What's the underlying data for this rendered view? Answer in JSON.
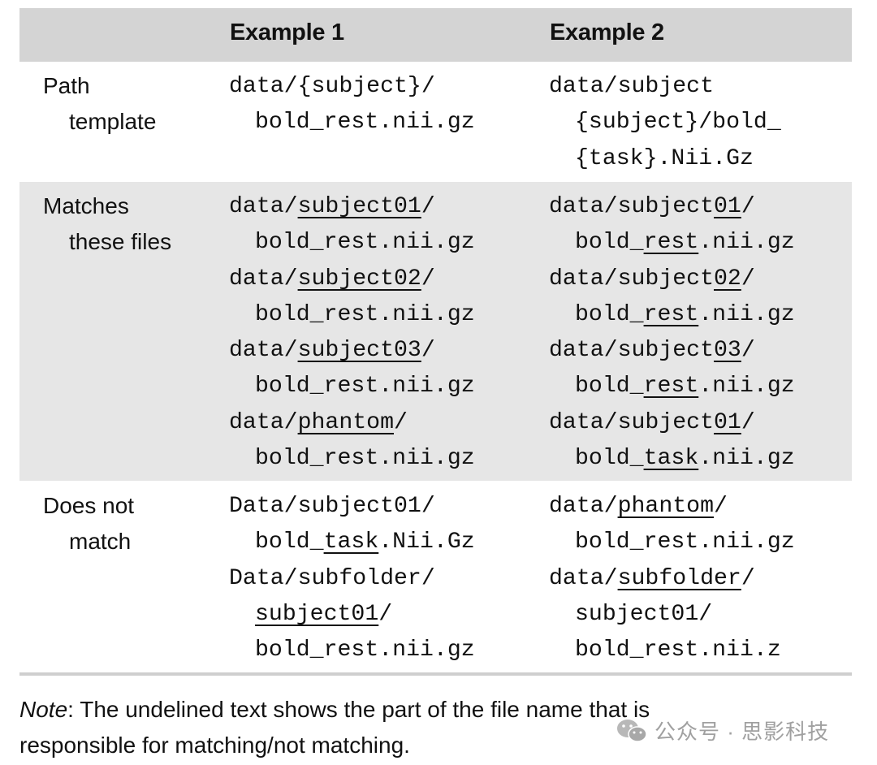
{
  "table": {
    "headers": {
      "example1": "Example 1",
      "example2": "Example 2"
    },
    "rows": [
      {
        "label": [
          "Path",
          "template"
        ],
        "example1": [
          [
            {
              "t": "data/{subject}/"
            }
          ],
          [
            {
              "t": "bold_rest.nii.gz"
            }
          ]
        ],
        "example2": [
          [
            {
              "t": "data/subject"
            }
          ],
          [
            {
              "t": "{subject}/bold_"
            }
          ],
          [
            {
              "t": "{task}.Nii.Gz"
            }
          ]
        ]
      },
      {
        "label": [
          "Matches",
          "these files"
        ],
        "example1": [
          [
            {
              "t": "data/"
            },
            {
              "t": "subject01",
              "u": true
            },
            {
              "t": "/"
            }
          ],
          [
            {
              "t": "bold_rest.nii.gz"
            }
          ],
          [
            {
              "t": "data/"
            },
            {
              "t": "subject02",
              "u": true
            },
            {
              "t": "/"
            }
          ],
          [
            {
              "t": "bold_rest.nii.gz"
            }
          ],
          [
            {
              "t": "data/"
            },
            {
              "t": "subject03",
              "u": true
            },
            {
              "t": "/"
            }
          ],
          [
            {
              "t": "bold_rest.nii.gz"
            }
          ],
          [
            {
              "t": "data/"
            },
            {
              "t": "phantom",
              "u": true
            },
            {
              "t": "/"
            }
          ],
          [
            {
              "t": "bold_rest.nii.gz"
            }
          ]
        ],
        "example2": [
          [
            {
              "t": "data/subject"
            },
            {
              "t": "01",
              "u": true
            },
            {
              "t": "/"
            }
          ],
          [
            {
              "t": "bold_"
            },
            {
              "t": "rest",
              "u": true
            },
            {
              "t": ".nii.gz"
            }
          ],
          [
            {
              "t": "data/subject"
            },
            {
              "t": "02",
              "u": true
            },
            {
              "t": "/"
            }
          ],
          [
            {
              "t": "bold_"
            },
            {
              "t": "rest",
              "u": true
            },
            {
              "t": ".nii.gz"
            }
          ],
          [
            {
              "t": "data/subject"
            },
            {
              "t": "03",
              "u": true
            },
            {
              "t": "/"
            }
          ],
          [
            {
              "t": "bold_"
            },
            {
              "t": "rest",
              "u": true
            },
            {
              "t": ".nii.gz"
            }
          ],
          [
            {
              "t": "data/subject"
            },
            {
              "t": "01",
              "u": true
            },
            {
              "t": "/"
            }
          ],
          [
            {
              "t": "bold_"
            },
            {
              "t": "task",
              "u": true
            },
            {
              "t": ".nii.gz"
            }
          ]
        ]
      },
      {
        "label": [
          "Does not",
          "match"
        ],
        "example1": [
          [
            {
              "t": "Data/subject01/"
            }
          ],
          [
            {
              "t": "bold_"
            },
            {
              "t": "task",
              "u": true
            },
            {
              "t": ".Nii.Gz"
            }
          ],
          [
            {
              "t": "Data/subfolder/"
            }
          ],
          [
            {
              "t": "subject01",
              "u": true
            },
            {
              "t": "/"
            }
          ],
          [
            {
              "t": "bold_rest.nii.gz"
            }
          ]
        ],
        "example2": [
          [
            {
              "t": "data/"
            },
            {
              "t": "phantom",
              "u": true
            },
            {
              "t": "/"
            }
          ],
          [
            {
              "t": "bold_rest.nii.gz"
            }
          ],
          [
            {
              "t": "data/"
            },
            {
              "t": "subfolder",
              "u": true
            },
            {
              "t": "/"
            }
          ],
          [
            {
              "t": "subject01/"
            }
          ],
          [
            {
              "t": "bold_rest.nii.z"
            }
          ]
        ]
      }
    ]
  },
  "note": {
    "lead": "Note",
    "line1": ": The undelined text shows the part of the file name that is",
    "line2": "responsible for matching/not matching."
  },
  "watermark": {
    "text": "公众号 · 思影科技",
    "icon": "wechat-icon"
  }
}
